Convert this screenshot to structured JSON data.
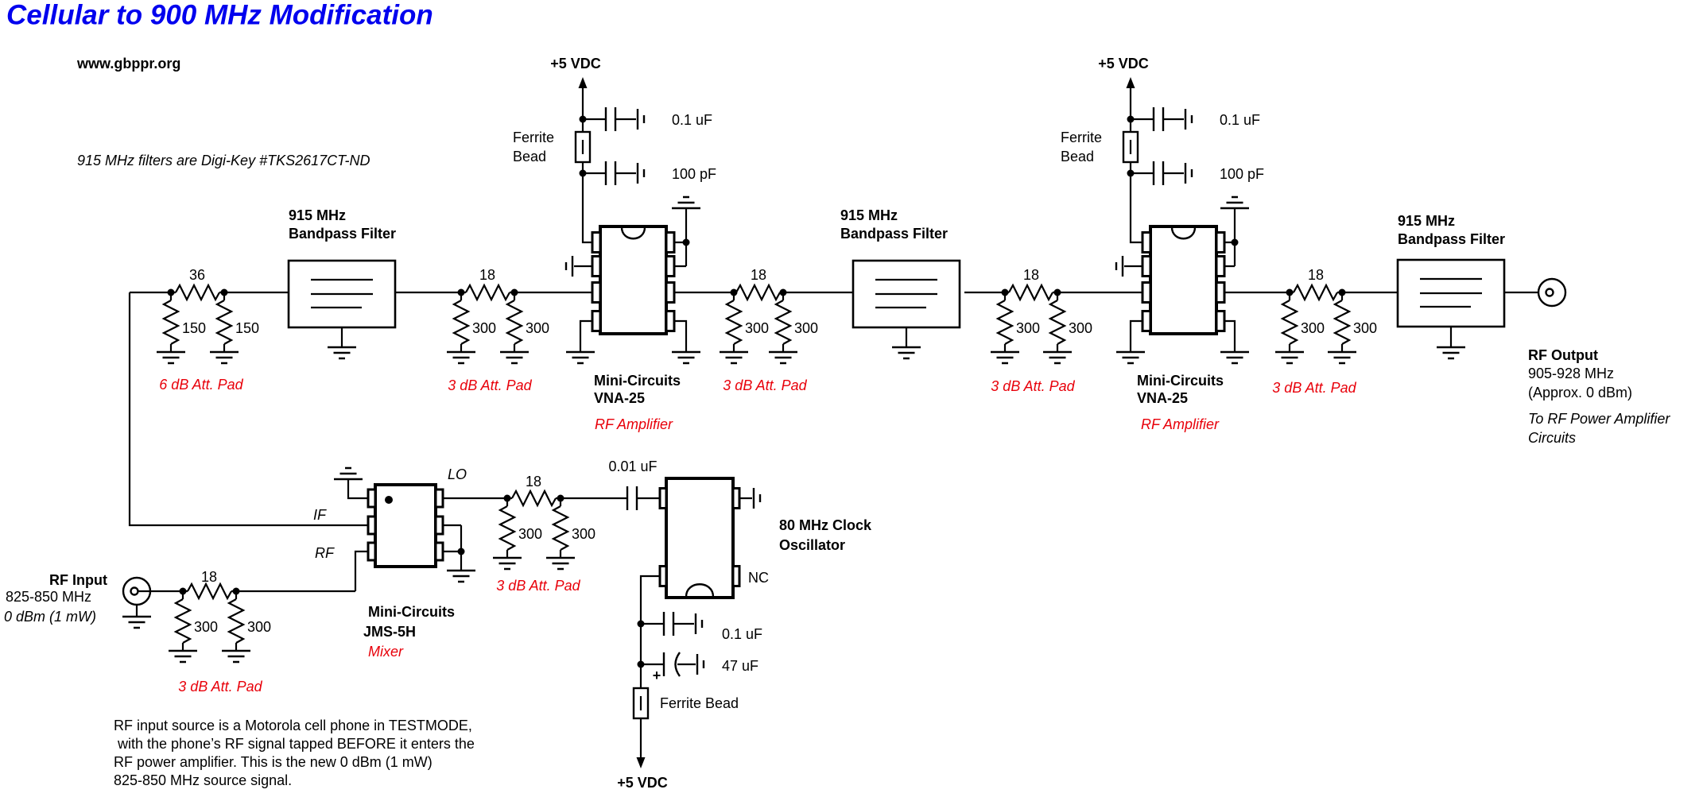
{
  "colors": {
    "title": "#0000ee",
    "red": "#e8000a",
    "ink": "#000000",
    "paper": "#ffffff"
  },
  "header": {
    "title": "Cellular to 900 MHz Modification",
    "website": "www.gbppr.org",
    "filter_note": "915 MHz filters are Digi-Key #TKS2617CT-ND"
  },
  "supply": {
    "label": "+5 VDC",
    "ferrite_line1": "Ferrite",
    "ferrite_line2": "Bead",
    "cap1": "0.1 uF",
    "cap2": "100 pF"
  },
  "filter": {
    "line1": "915 MHz",
    "line2": "Bandpass Filter"
  },
  "pad6": {
    "series": "36",
    "shunt1": "150",
    "shunt2": "150",
    "label": "6 dB Att. Pad"
  },
  "pad3": {
    "series": "18",
    "shunt1": "300",
    "shunt2": "300",
    "label": "3 dB Att. Pad"
  },
  "amp": {
    "brand": "Mini-Circuits",
    "model": "VNA-25",
    "role": "RF Amplifier"
  },
  "mixer": {
    "brand": "Mini-Circuits",
    "model": "JMS-5H",
    "role": "Mixer",
    "pin_lo": "LO",
    "pin_if": "IF",
    "pin_rf": "RF"
  },
  "osc": {
    "name_line1": "80 MHz Clock",
    "name_line2": "Oscillator",
    "coupling_cap": "0.01 uF",
    "nc": "NC",
    "bypass_cap": "0.1 uF",
    "electrolytic_cap": "47 uF",
    "electrolytic_polarity": "+",
    "ferrite": "Ferrite Bead",
    "supply_label": "+5 VDC"
  },
  "rf_input": {
    "title": "RF Input",
    "freq": "825-850 MHz",
    "level": "0 dBm (1 mW)"
  },
  "rf_output": {
    "title": "RF Output",
    "freq": "905-928 MHz",
    "level": "(Approx. 0 dBm)",
    "dest_line1": "To RF Power Amplifier",
    "dest_line2": "Circuits"
  },
  "note": {
    "line1": "RF input source is a Motorola cell phone in TESTMODE,",
    "line2": "with the phone’s RF signal tapped BEFORE it enters the",
    "line3": "RF power amplifier.  This is the new 0 dBm (1 mW)",
    "line4": "825-850 MHz source signal."
  }
}
